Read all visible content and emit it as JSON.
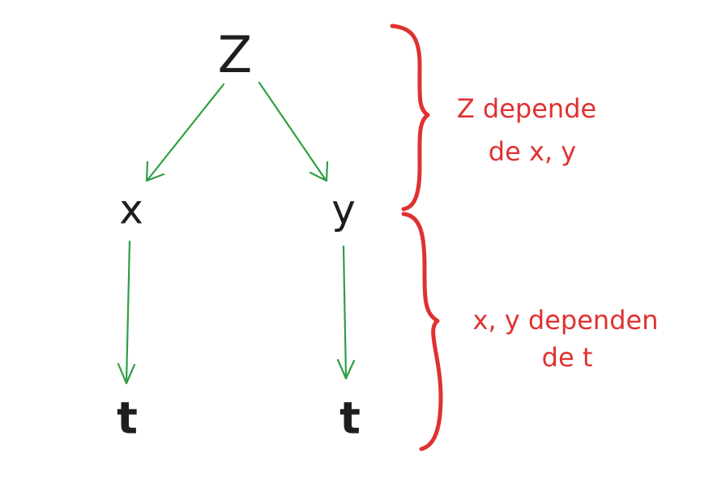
{
  "nodes": {
    "z": "Z",
    "x": "x",
    "y": "y",
    "t_left": "t",
    "t_right": "t"
  },
  "annotations": {
    "top": {
      "line1": "Z depende",
      "line2": "de x, y"
    },
    "bottom": {
      "line1": "x, y dependen",
      "line2": "de t"
    }
  },
  "colors": {
    "edges": "#2f9e44",
    "braces": "#e03131",
    "nodes": "#1e1e1e"
  }
}
